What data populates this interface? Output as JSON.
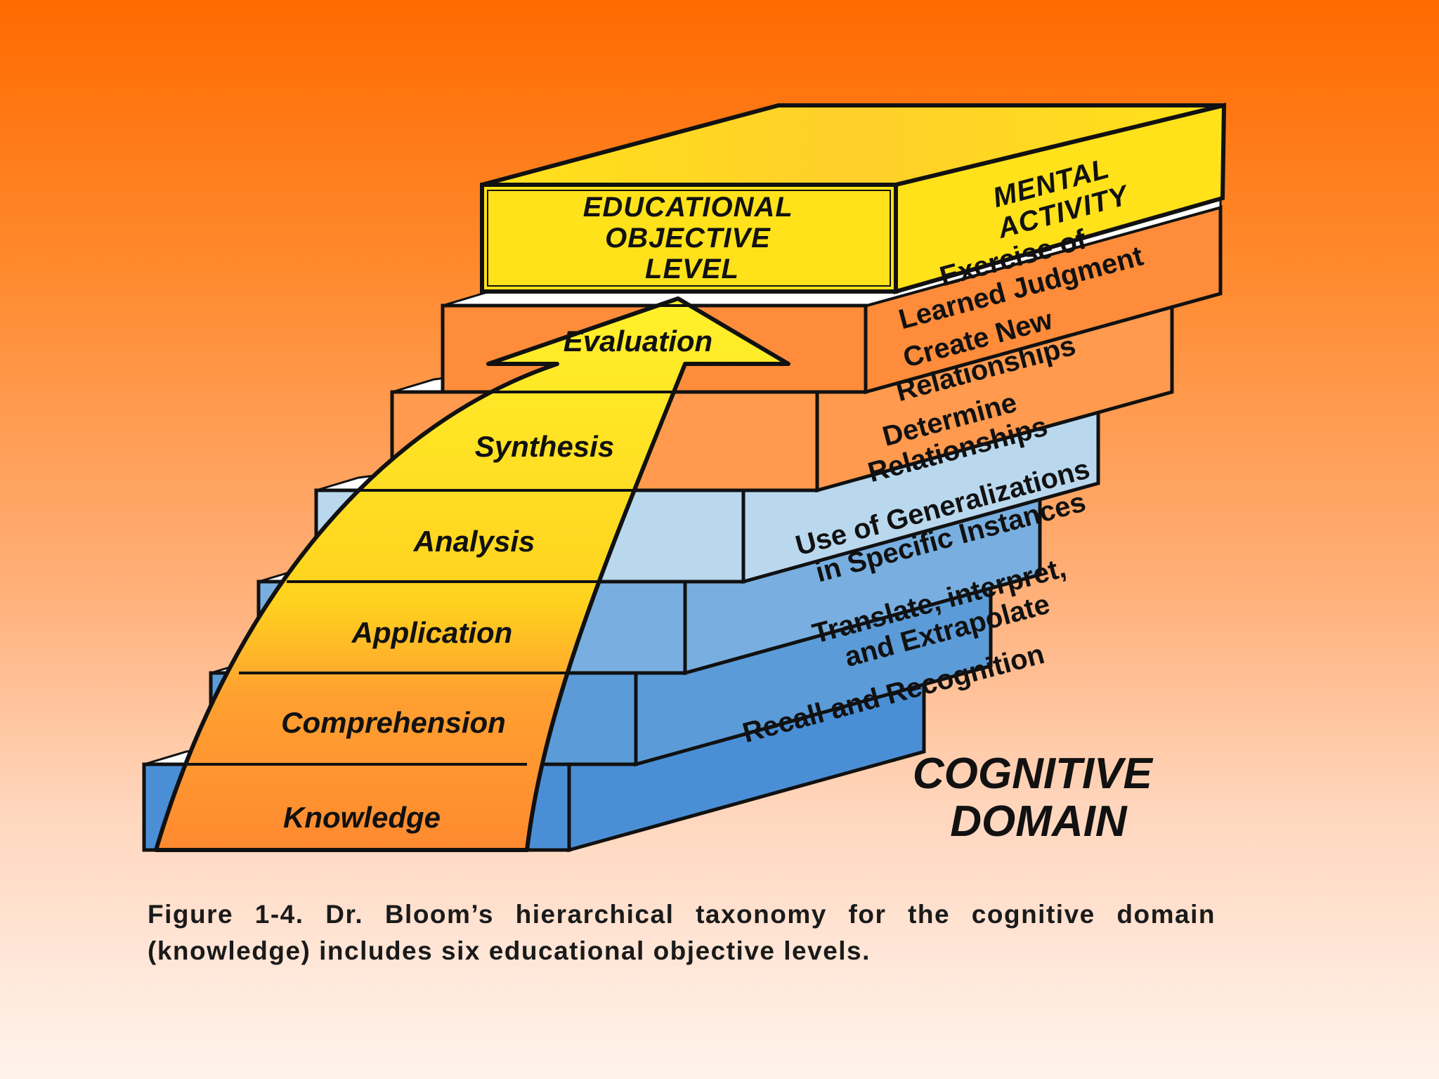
{
  "diagram": {
    "header": {
      "objective": [
        "EDUCATIONAL",
        "OBJECTIVE",
        "LEVEL"
      ],
      "activity": [
        "MENTAL",
        "ACTIVITY"
      ]
    },
    "levels": [
      {
        "name": "Knowledge",
        "activity": [
          "Recall and Recognition"
        ],
        "color": "#4a8fd6"
      },
      {
        "name": "Comprehension",
        "activity": [
          "Translate, interpret,",
          "and Extrapolate"
        ],
        "color": "#5b9bd8"
      },
      {
        "name": "Application",
        "activity": [
          "Use of Generalizations",
          "in Specific Instances"
        ],
        "color": "#78afe0"
      },
      {
        "name": "Analysis",
        "activity": [
          "Determine",
          "Relationships"
        ],
        "color": "#b9d8ee"
      },
      {
        "name": "Synthesis",
        "activity": [
          "Create New",
          "Relationships"
        ],
        "color": "#ff9a4e"
      },
      {
        "name": "Evaluation",
        "activity": [
          "Exercise of",
          "Learned Judgment"
        ],
        "color": "#ff8c3a"
      }
    ],
    "domain": [
      "COGNITIVE",
      "DOMAIN"
    ],
    "arrow_color": "#ffec1f",
    "arrow_base_color": "#ff8a30"
  },
  "caption": "Figure 1-4. Dr. Bloom’s hierarchical taxonomy for the cognitive domain (knowledge) includes six educational objective levels."
}
